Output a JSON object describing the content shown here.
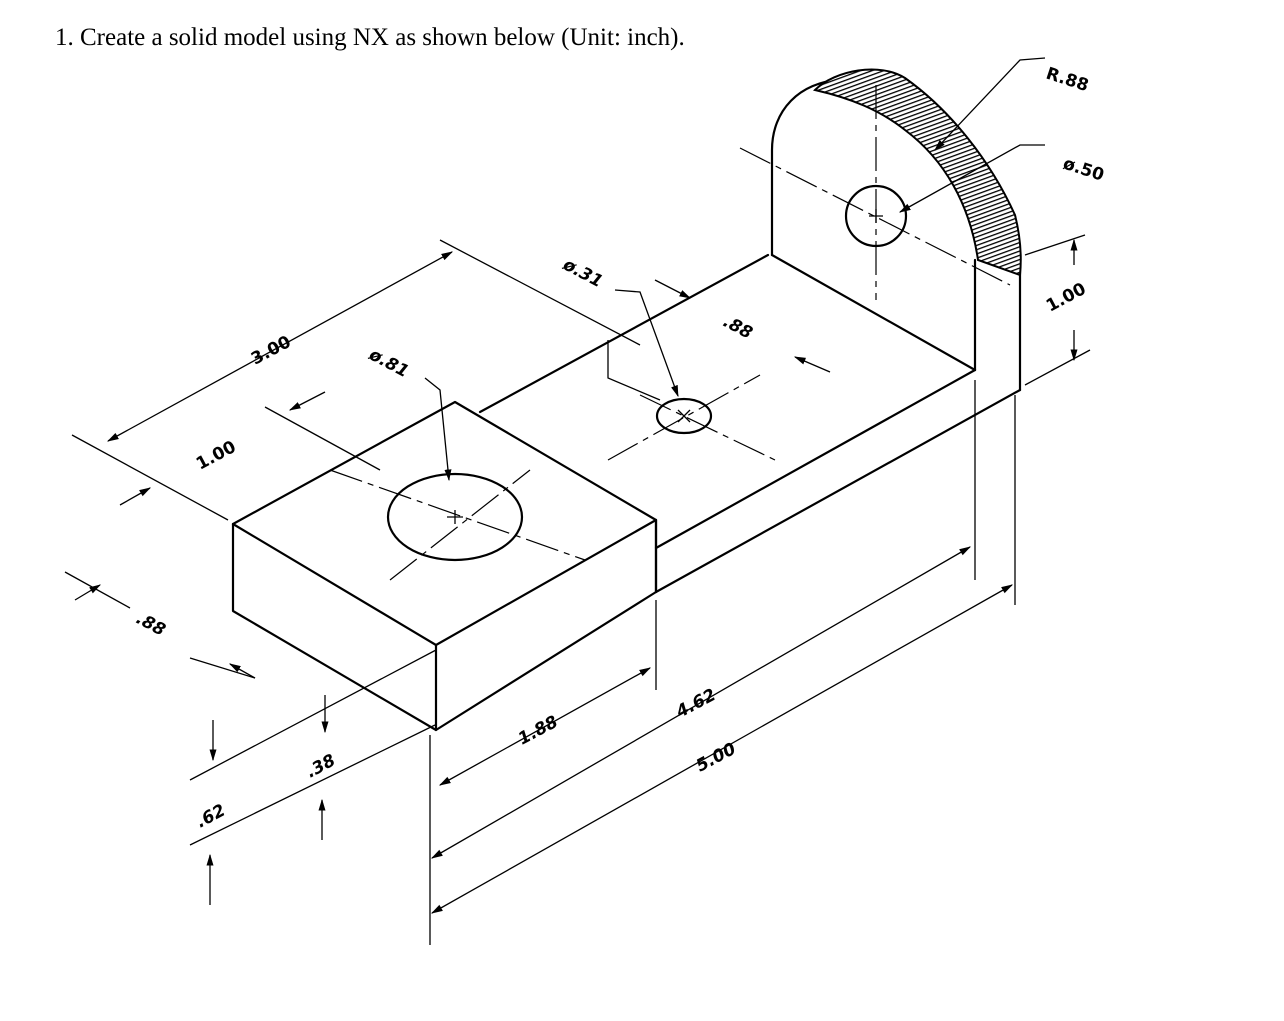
{
  "instruction": "1. Create a solid model using NX as shown below (Unit: inch).",
  "dimensions": {
    "r_88": "R.88",
    "dia_50": "ø.50",
    "h_100_right": "1.00",
    "dia_31": "ø.31",
    "d_88_top": ".88",
    "d_300": "3.00",
    "dia_81": "ø.81",
    "d_100_left": "1.00",
    "d_88_left": ".88",
    "d_188": "1.88",
    "d_462": "4.62",
    "d_500": "5.00",
    "d_38": ".38",
    "d_62": ".62"
  }
}
